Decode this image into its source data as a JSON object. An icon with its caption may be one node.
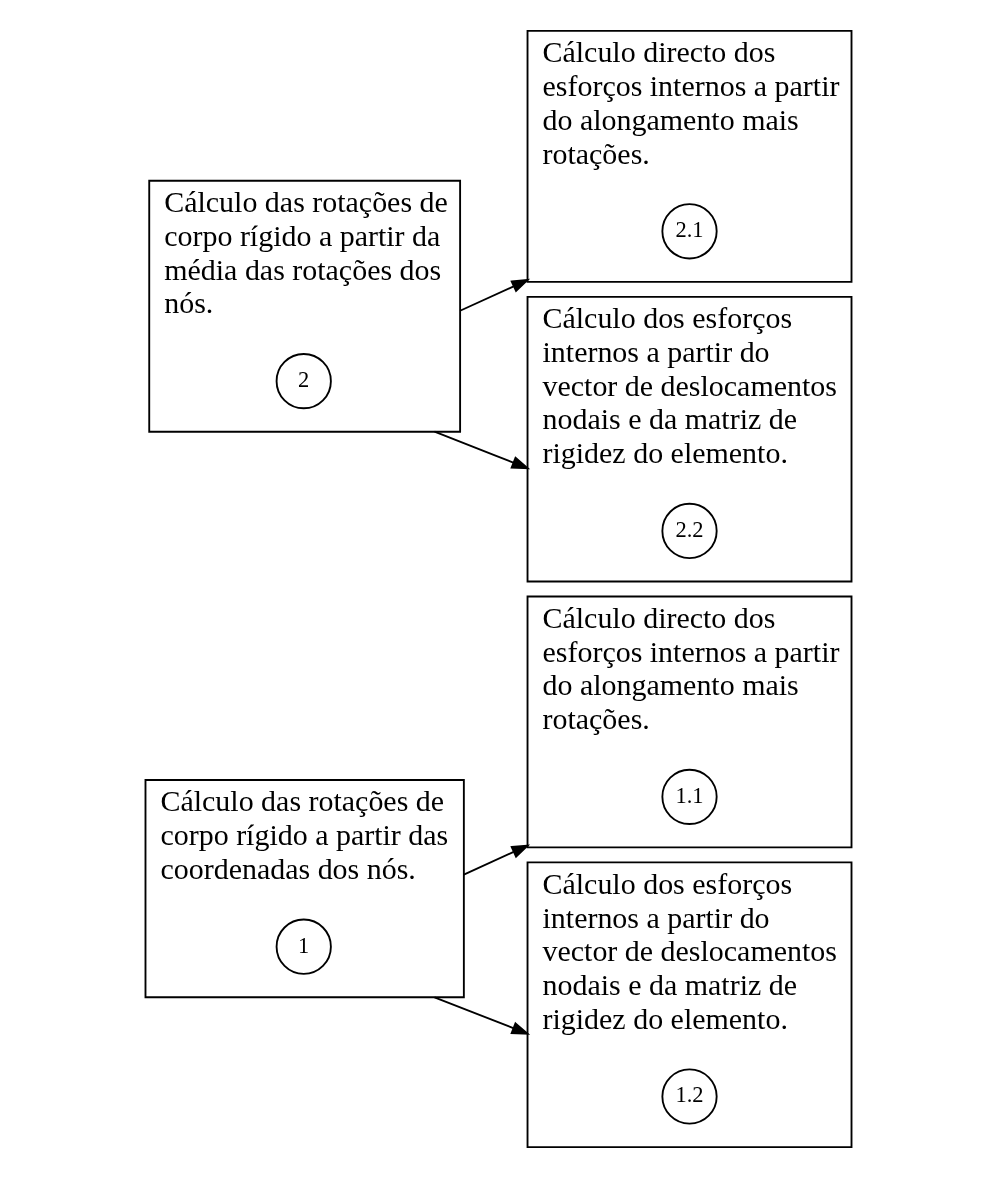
{
  "diagram": {
    "nodes": [
      {
        "text": [
          "Cálculo das rotações de corpo rígido a partir das coordenadas dos nós."
        ]
      },
      {
        "text": [
          "1"
        ],
        "in": 0
      },
      {
        "text": [
          "Cálculo directo dos esforços internos a partir do alongamento mais rotações."
        ]
      },
      {
        "text": [
          "1.1"
        ],
        "in": 2
      },
      {
        "text": [
          "Cálculo dos esforços internos a partir do vector de deslocamentos nodais e da matriz de rigidez do elemento."
        ]
      },
      {
        "text": [
          "1.2"
        ],
        "in": 4
      },
      {
        "text": [
          "Cálculo das rotações de corpo rígido a partir da média das rotações dos nós."
        ]
      },
      {
        "text": [
          "2"
        ],
        "in": 6
      },
      {
        "text": [
          "Cálculo directo dos esforços internos a partir do alongamento mais rotações."
        ]
      },
      {
        "text": [
          "2.1"
        ],
        "in": 8
      },
      {
        "text": [
          "Cálculo dos esforços internos a partir do vector de deslocamentos nodais e da matriz de rigidez do elemento."
        ]
      },
      {
        "text": [
          "2.2"
        ],
        "in": 10
      }
    ],
    "edges": [
      {
        "from": 0,
        "to": 2,
        "arrow": "to"
      },
      {
        "from": 0,
        "to": 4,
        "arrow": "to"
      },
      {
        "from": 6,
        "to": 8,
        "arrow": "to"
      },
      {
        "from": 6,
        "to": 10,
        "arrow": "to"
      }
    ]
  }
}
